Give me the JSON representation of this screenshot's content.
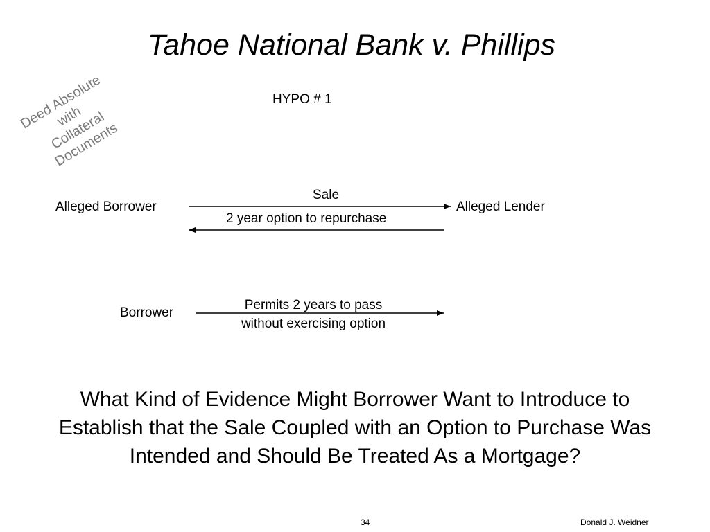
{
  "slide": {
    "title": "Tahoe National Bank v. Phillips",
    "hypo_label": "HYPO # 1",
    "stamp_lines": [
      "Deed Absolute with",
      "Collateral",
      "Documents"
    ],
    "stamp_color": "#7a7a7a"
  },
  "diagram": {
    "row1": {
      "left_party": "Alleged Borrower",
      "right_party": "Alleged Lender",
      "top_arrow_label": "Sale",
      "bottom_arrow_label": "2 year option to repurchase"
    },
    "row2": {
      "left_party": "Borrower",
      "arrow_label_lines": [
        "Permits 2 years to pass",
        "without exercising option"
      ]
    }
  },
  "question": "What Kind of Evidence Might Borrower Want to Introduce to Establish that the Sale Coupled with an Option to Purchase Was Intended and Should Be Treated As a Mortgage?",
  "footer": {
    "page_number": "34",
    "author": "Donald J. Weidner"
  }
}
